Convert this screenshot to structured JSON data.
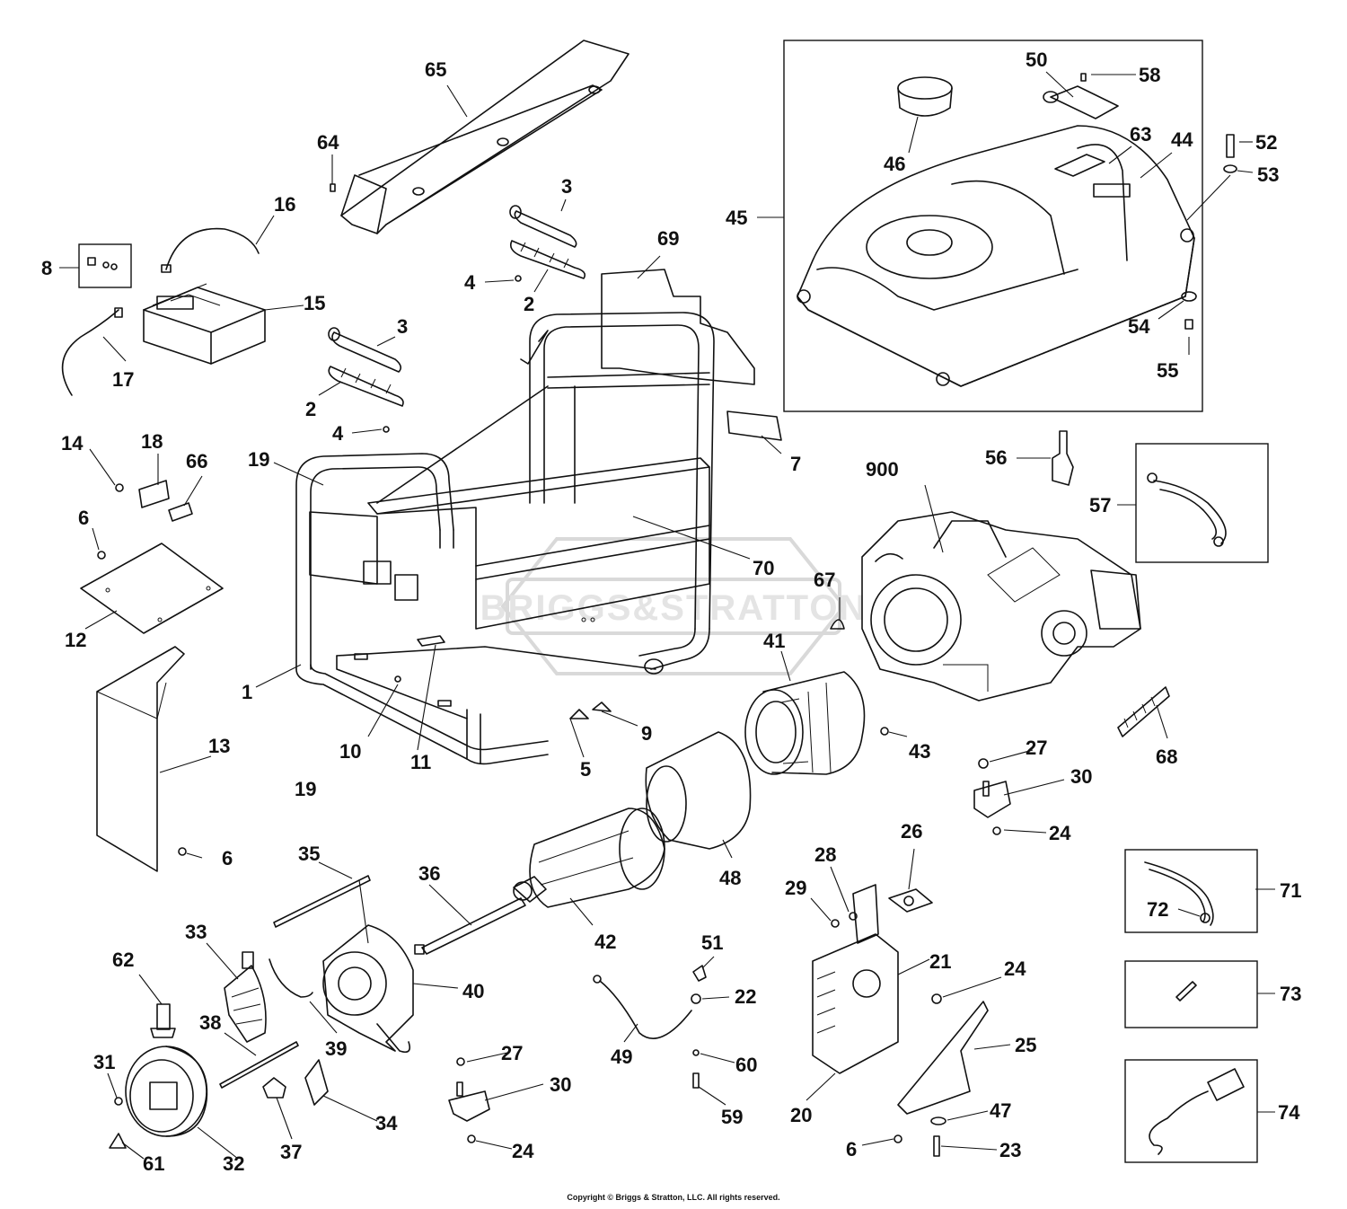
{
  "watermark": "BRIGGS&STRATTON",
  "copyright": "Copyright © Briggs & Stratton, LLC. All rights reserved.",
  "labels": {
    "p1": "1",
    "p2a": "2",
    "p2b": "2",
    "p3a": "3",
    "p3b": "3",
    "p4a": "4",
    "p4b": "4",
    "p5": "5",
    "p6a": "6",
    "p6b": "6",
    "p6c": "6",
    "p7": "7",
    "p8": "8",
    "p9": "9",
    "p10": "10",
    "p11": "11",
    "p12": "12",
    "p13": "13",
    "p14": "14",
    "p15": "15",
    "p16": "16",
    "p17": "17",
    "p18": "18",
    "p19a": "19",
    "p19b": "19",
    "p20": "20",
    "p21": "21",
    "p22": "22",
    "p23": "23",
    "p24a": "24",
    "p24b": "24",
    "p24c": "24",
    "p25": "25",
    "p26": "26",
    "p27a": "27",
    "p27b": "27",
    "p28": "28",
    "p29": "29",
    "p30a": "30",
    "p30b": "30",
    "p31": "31",
    "p32": "32",
    "p33": "33",
    "p34": "34",
    "p35": "35",
    "p36": "36",
    "p37": "37",
    "p38": "38",
    "p39": "39",
    "p40": "40",
    "p41": "41",
    "p42": "42",
    "p43": "43",
    "p44": "44",
    "p45": "45",
    "p46": "46",
    "p47": "47",
    "p48": "48",
    "p49": "49",
    "p50": "50",
    "p51": "51",
    "p52": "52",
    "p53": "53",
    "p54": "54",
    "p55": "55",
    "p56": "56",
    "p57": "57",
    "p58": "58",
    "p59": "59",
    "p60": "60",
    "p61": "61",
    "p62": "62",
    "p63": "63",
    "p64": "64",
    "p65": "65",
    "p66": "66",
    "p67": "67",
    "p68": "68",
    "p69": "69",
    "p70": "70",
    "p71": "71",
    "p72": "72",
    "p73": "73",
    "p74": "74",
    "p900": "900"
  }
}
